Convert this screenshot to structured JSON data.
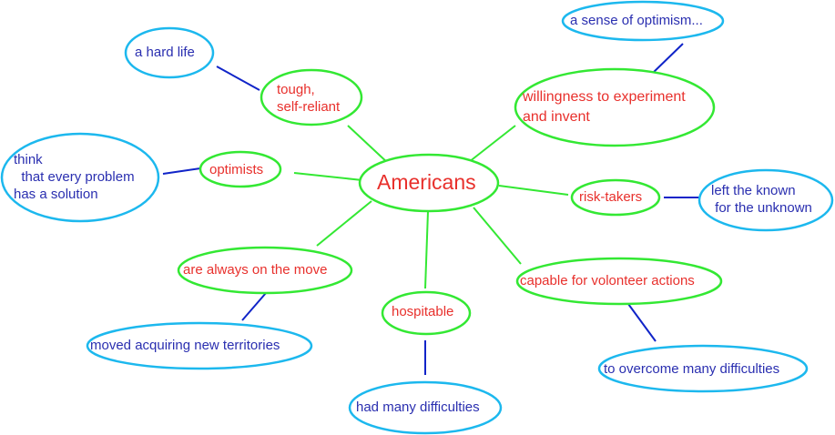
{
  "colors": {
    "green": "#33e833",
    "cyan": "#1cb8ee",
    "red": "#e8302c",
    "blue": "#2a2fb0",
    "connector_blue": "#1024c8"
  },
  "center": {
    "label": "Americans"
  },
  "traits": [
    {
      "id": "tough",
      "label": "tough,\nself-reliant",
      "detail": "a hard life"
    },
    {
      "id": "optimists",
      "label": "optimists",
      "detail": "think\n  that every problem\nhas a solution"
    },
    {
      "id": "move",
      "label": "are always on the move",
      "detail": "moved acquiring new territories"
    },
    {
      "id": "hospitable",
      "label": "hospitable",
      "detail": "had many difficulties"
    },
    {
      "id": "volunteer",
      "label": "capable for volonteer actions",
      "detail": "to overcome many difficulties"
    },
    {
      "id": "risk",
      "label": "risk-takers",
      "detail": "left the known\n for the unknown"
    },
    {
      "id": "experiment",
      "label": "willingness to experiment\nand invent",
      "detail": "a sense of optimism..."
    }
  ]
}
